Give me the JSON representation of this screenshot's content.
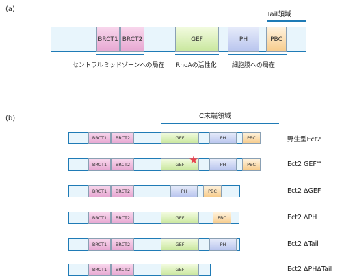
{
  "panel_a": {
    "label": "(a)",
    "tail_label": "Tail領域",
    "domains": {
      "brct1": "BRCT1",
      "brct2": "BRCT2",
      "gef": "GEF",
      "ph": "PH",
      "pbc": "PBC"
    },
    "captions": {
      "brct": "セントラルミッドゾーンへの局在",
      "gef": "RhoAの活性化",
      "ph": "細胞膜への局在"
    }
  },
  "panel_b": {
    "label": "(b)",
    "cterm_label": "C末端領域",
    "domains": {
      "brct1": "BRCT1",
      "brct2": "BRCT2",
      "gef": "GEF",
      "ph": "PH",
      "pbc": "PBC"
    },
    "constructs": [
      {
        "name": "野生型Ect2"
      },
      {
        "name": "Ect2 GEF",
        "sup": "4A"
      },
      {
        "name": "Ect2 ΔGEF"
      },
      {
        "name": "Ect2 ΔPH"
      },
      {
        "name": "Ect2 ΔTail"
      },
      {
        "name": "Ect2 ΔPHΔTail"
      }
    ]
  }
}
